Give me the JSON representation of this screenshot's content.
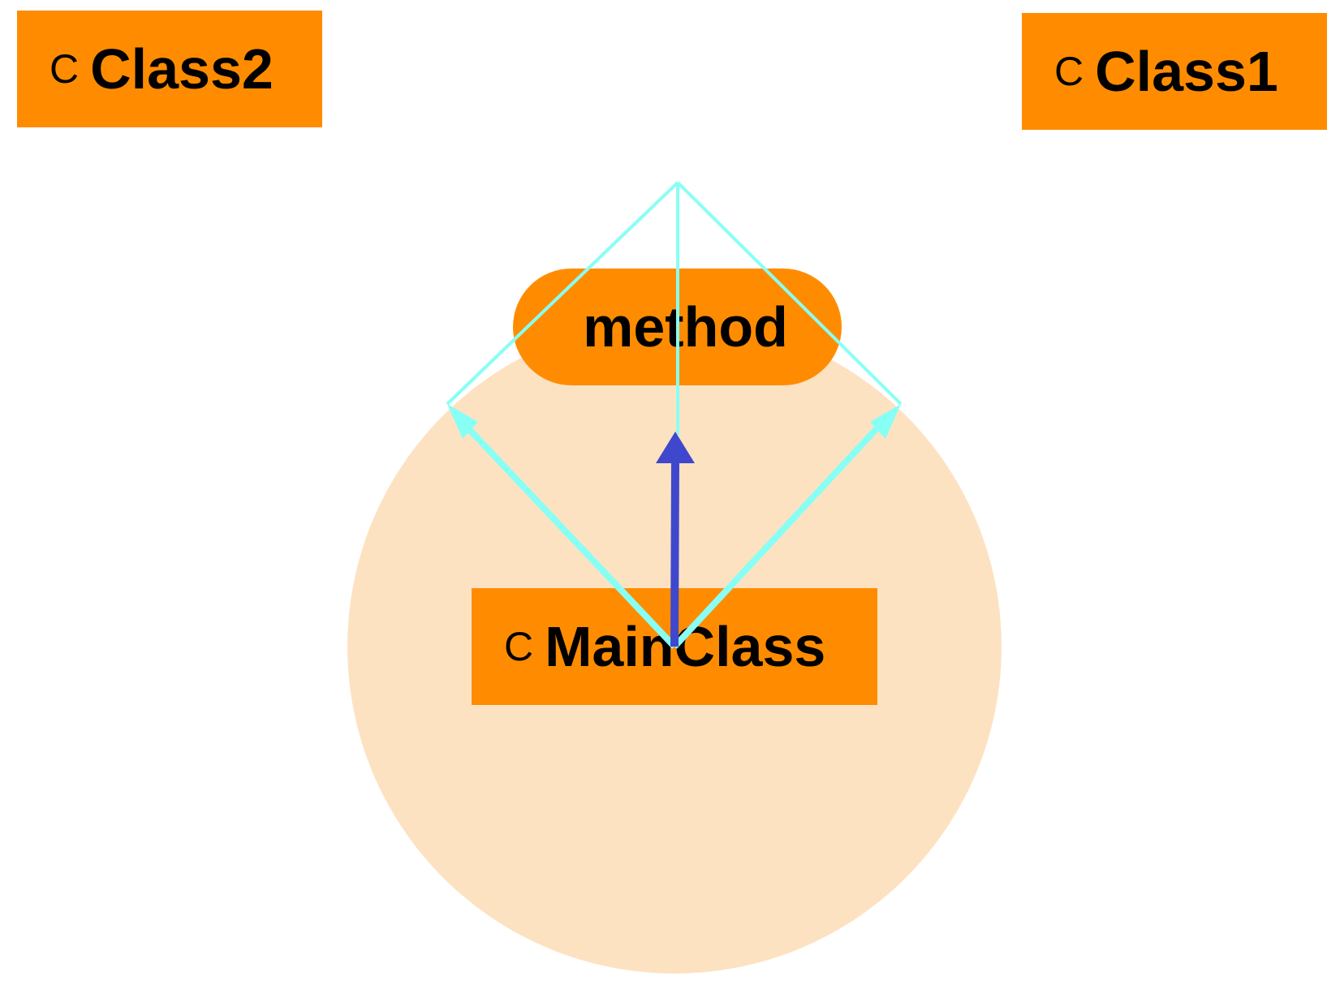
{
  "nodes": {
    "class2": {
      "kind": "C",
      "label": "Class2"
    },
    "class1": {
      "kind": "C",
      "label": "Class1"
    },
    "mainclass": {
      "kind": "C",
      "label": "MainClass"
    },
    "method": {
      "label": "method"
    }
  },
  "colors": {
    "node_fill": "#ff8c00",
    "scope_fill": "#fde2c2",
    "edge_light": "#88fff4",
    "edge_dark": "#3f48cc",
    "text": "#000000"
  }
}
